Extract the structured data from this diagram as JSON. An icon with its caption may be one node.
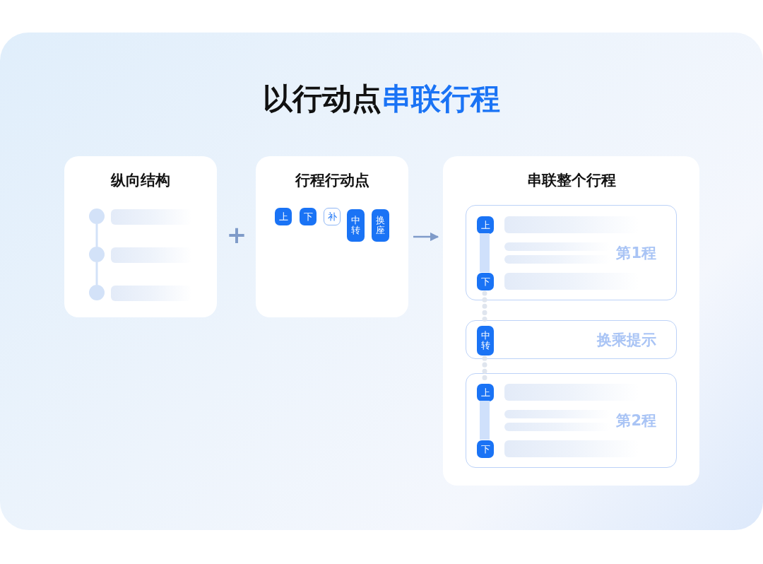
{
  "diagram": {
    "title": "以行动点**串联行程**",
    "nodes": [
      {
        "text": [
          "纵向结构"
        ]
      },
      {
        "text": [],
        "shape": "circle",
        "in": 0
      },
      {
        "text": [],
        "shape": "circle",
        "in": 0
      },
      {
        "text": [],
        "shape": "circle",
        "in": 0
      },
      {
        "text": [
          "行程行动点"
        ]
      },
      {
        "text": [
          "上"
        ],
        "in": 4
      },
      {
        "text": [
          "下"
        ],
        "in": 4
      },
      {
        "text": [
          "补"
        ],
        "in": 4
      },
      {
        "text": [
          "中转"
        ],
        "in": 4
      },
      {
        "text": [
          "换座"
        ],
        "in": 4
      },
      {
        "text": [
          "串联整个行程"
        ]
      },
      {
        "text": [
          "第1程"
        ],
        "in": 10
      },
      {
        "text": [
          "上"
        ],
        "in": 11
      },
      {
        "text": [
          "下"
        ],
        "in": 11
      },
      {
        "text": [
          "换乘提示"
        ],
        "in": 10
      },
      {
        "text": [
          "中转"
        ],
        "in": 14
      },
      {
        "text": [
          "第2程"
        ],
        "in": 10
      },
      {
        "text": [
          "上"
        ],
        "in": 16
      },
      {
        "text": [
          "下"
        ],
        "in": 16
      }
    ],
    "edges": [
      {
        "from": 1,
        "to": 2,
        "arrow": "none"
      },
      {
        "from": 2,
        "to": 3,
        "arrow": "none"
      },
      {
        "from": 4,
        "to": 10,
        "arrow": "to",
        "color": "#7f9bc9"
      },
      {
        "from": 12,
        "to": 13,
        "arrow": "none",
        "style": "thick"
      },
      {
        "from": 13,
        "to": 15,
        "arrow": "none",
        "style": "dashed",
        "color": "#dfe5ee"
      },
      {
        "from": 15,
        "to": 17,
        "arrow": "none",
        "style": "dashed",
        "color": "#dfe5ee"
      },
      {
        "from": 17,
        "to": 18,
        "arrow": "none",
        "style": "thick"
      }
    ],
    "labels": [
      "+"
    ]
  }
}
